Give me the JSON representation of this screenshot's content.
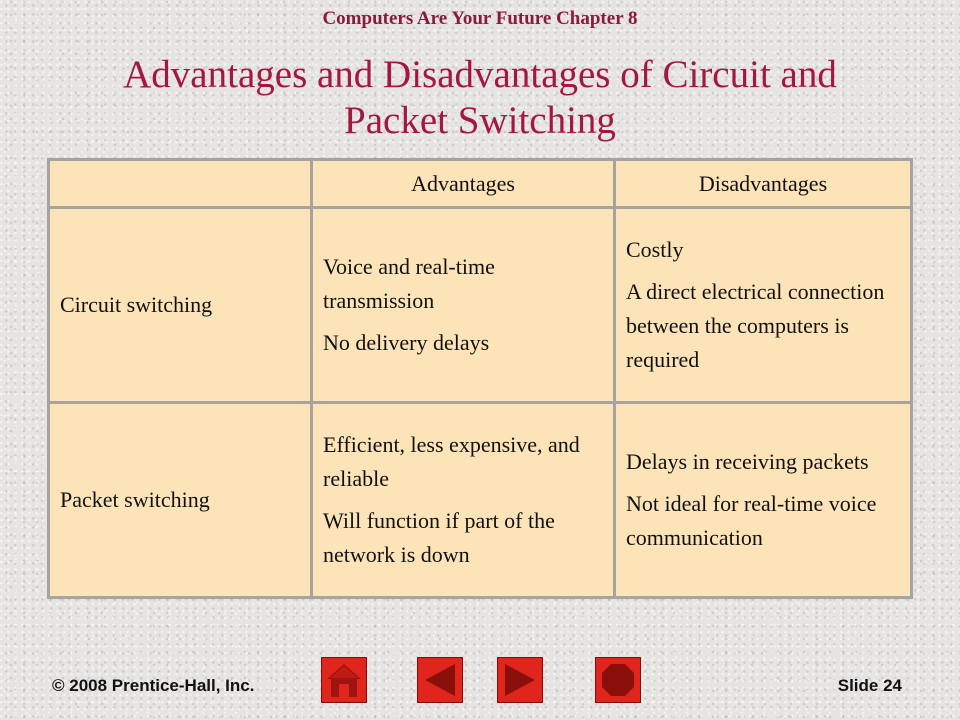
{
  "header": {
    "text": "Computers Are Your Future  Chapter 8"
  },
  "slide": {
    "title_line1": "Advantages and Disadvantages of Circuit and",
    "title_line2": "Packet Switching"
  },
  "table": {
    "columns": [
      "",
      "Advantages",
      "Disadvantages"
    ],
    "rows": [
      {
        "label": "Circuit switching",
        "advantages": [
          "Voice and real-time transmission",
          "No delivery delays"
        ],
        "disadvantages": [
          "Costly",
          "A direct electrical connection between the computers is required"
        ]
      },
      {
        "label": "Packet switching",
        "advantages": [
          "Efficient, less expensive, and reliable",
          "Will function if part of the network is down"
        ],
        "disadvantages": [
          "Delays in receiving packets",
          "Not ideal for real-time voice communication"
        ]
      }
    ]
  },
  "footer": {
    "copyright": "© 2008 Prentice-Hall, Inc.",
    "slide_number": "Slide 24"
  },
  "nav": {
    "buttons": [
      "home-icon",
      "previous-icon",
      "next-icon",
      "stop-icon"
    ],
    "color": "#e0261c"
  },
  "colors": {
    "header_text": "#8b1a3a",
    "title_text": "#a3183f",
    "table_fill": "#fde3b8",
    "table_border": "#a7a3a0"
  }
}
